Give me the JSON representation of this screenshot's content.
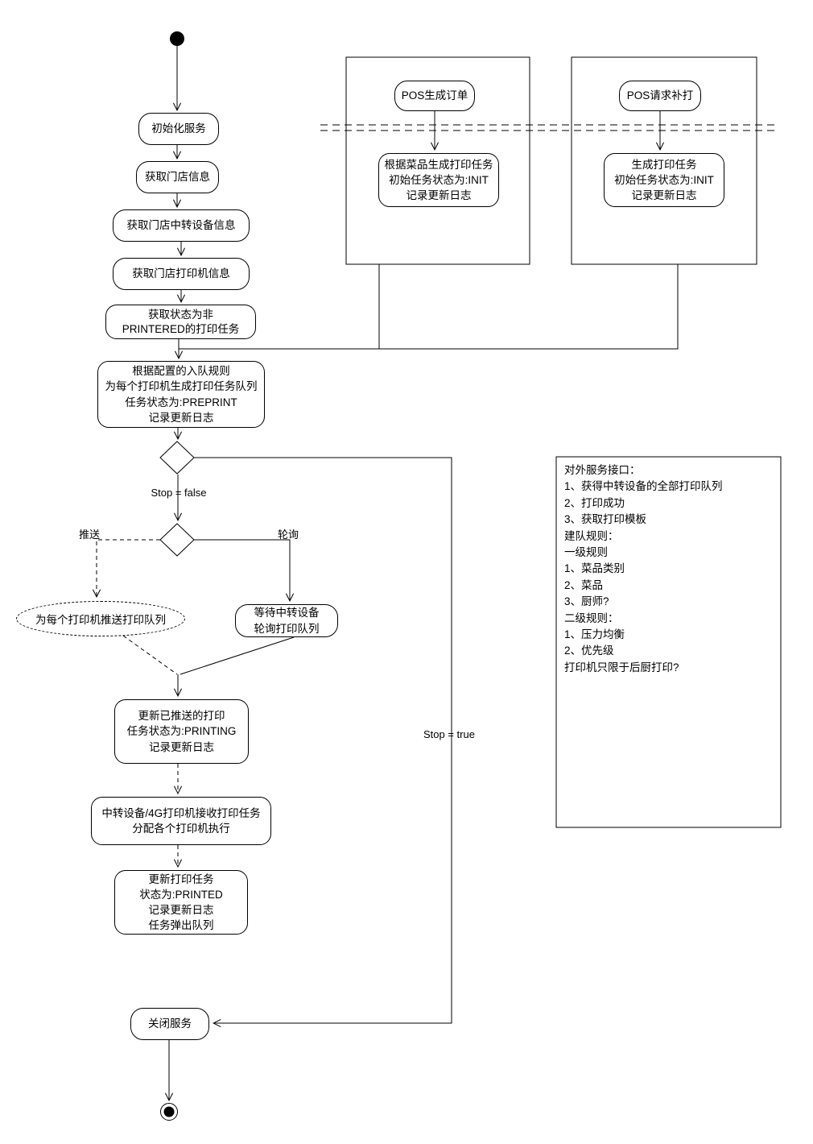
{
  "colors": {
    "line": "#000000",
    "background": "#ffffff"
  },
  "nodes": {
    "init_service": "初始化服务",
    "get_store_info": "获取门店信息",
    "get_relay_device_info": "获取门店中转设备信息",
    "get_printer_info": "获取门店打印机信息",
    "get_unprinted_tasks": "获取状态为非\nPRINTERED的打印任务",
    "build_print_queue": "根据配置的入队规则\n为每个打印机生成打印任务队列\n任务状态为:PREPRINT\n记录更新日志",
    "push_print_queue": "为每个打印机推送打印队列",
    "wait_relay_poll": "等待中转设备\n轮询打印队列",
    "update_status_printing": "更新已推送的打印\n任务状态为:PRINTING\n记录更新日志",
    "relay_receive_tasks": "中转设备/4G打印机接收打印任务\n分配各个打印机执行",
    "update_status_printed": "更新打印任务\n状态为:PRINTED\n记录更新日志\n任务弹出队列",
    "close_service": "关闭服务",
    "pos_create_order": "POS生成订单",
    "order_generate_task": "根据菜品生成打印任务\n初始任务状态为:INIT\n记录更新日志",
    "pos_reprint_request": "POS请求补打",
    "reprint_generate_task": "生成打印任务\n初始任务状态为:INIT\n记录更新日志"
  },
  "edge_labels": {
    "stop_false": "Stop = false",
    "stop_true": "Stop = true",
    "push": "推送",
    "poll": "轮询"
  },
  "note": "对外服务接口：\n1、获得中转设备的全部打印队列\n2、打印成功\n3、获取打印模板\n建队规则：\n一级规则\n1、菜品类别\n2、菜品\n3、厨师?\n二级规则：\n1、压力均衡\n2、优先级\n打印机只限于后厨打印?"
}
